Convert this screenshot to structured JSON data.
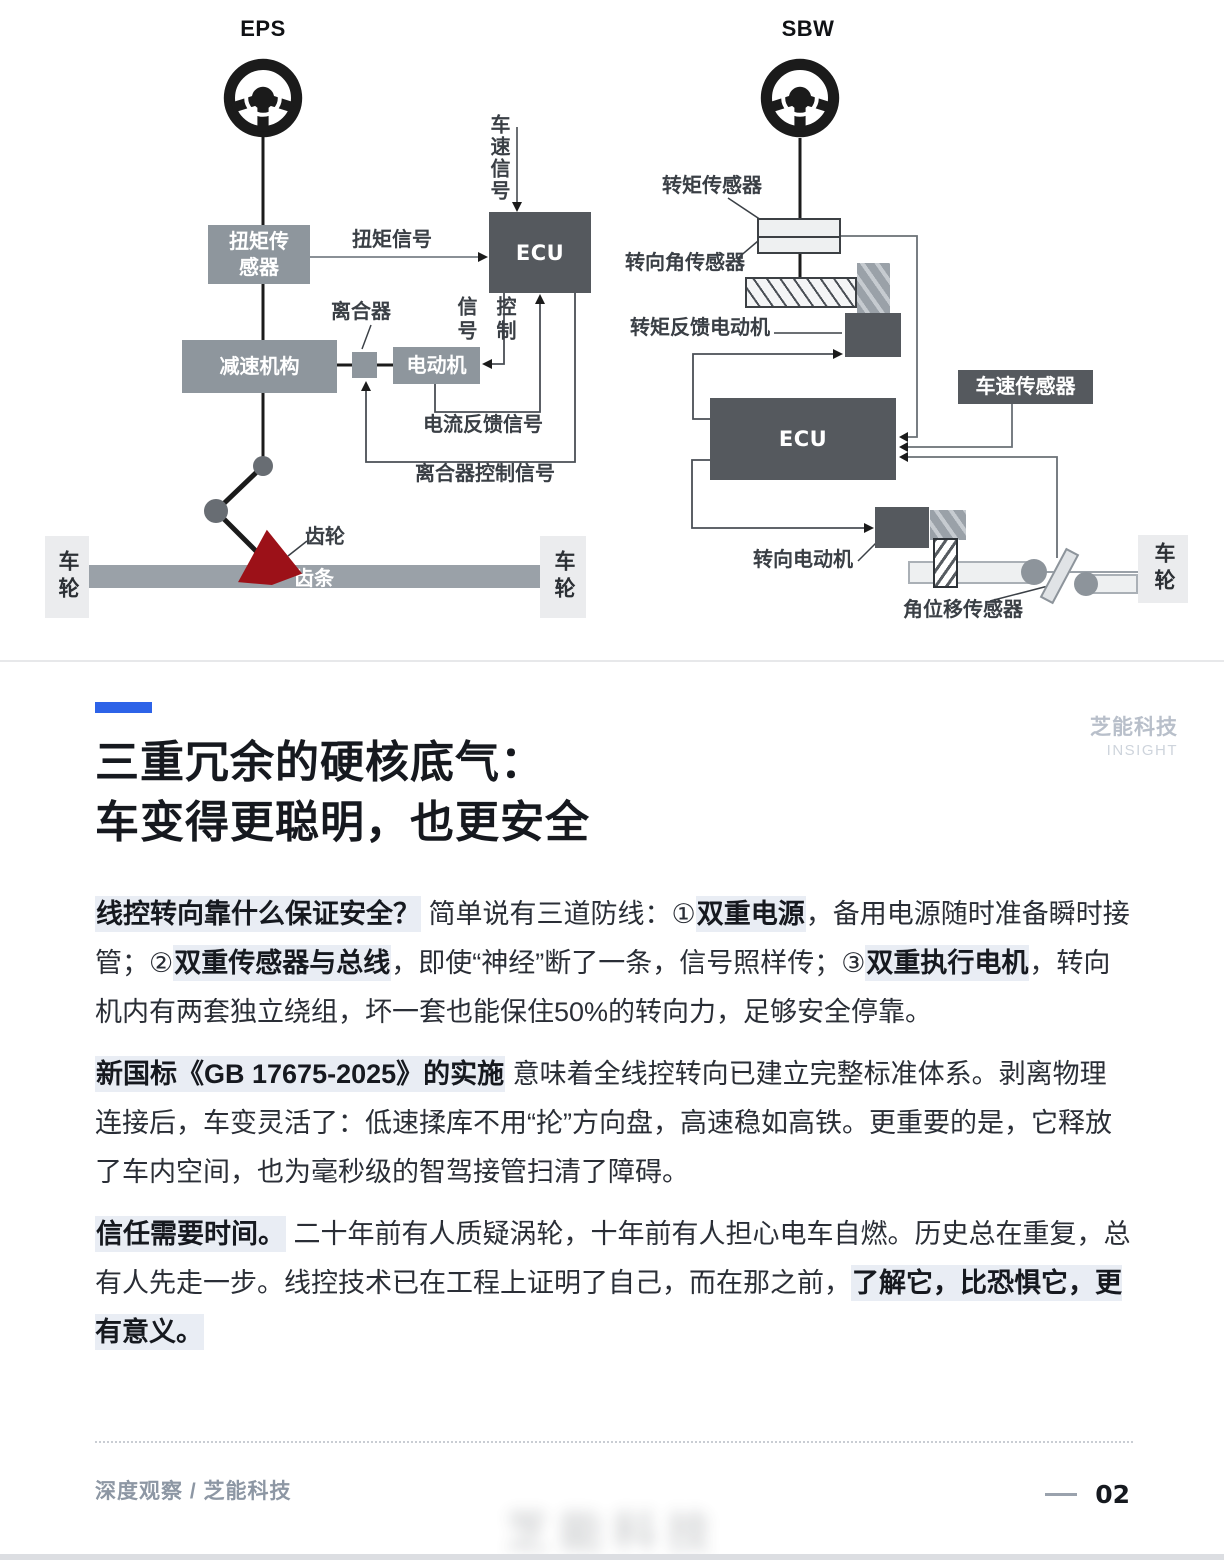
{
  "colors": {
    "accent_blue": "#2d63e8",
    "highlight_bg": "#e9edf4",
    "box_gray_medium": "#8e969d",
    "box_gray_dark": "#55595e",
    "rack_gray": "#9aa1a8",
    "light_box": "#ebecee",
    "gear_red": "#9c1118",
    "text_dark": "#16191f",
    "text_body": "#2a2e36",
    "brand_gray": "#b8bfca",
    "footer_gray": "#8d97a4"
  },
  "diagram": {
    "eps": {
      "title": "EPS",
      "labels": {
        "speed_signal": "车速信号",
        "torque_sensor": "扭矩传感器",
        "torque_signal": "扭矩信号",
        "ecu": "ECU",
        "clutch": "离合器",
        "signal": "信号",
        "control": "控制",
        "reducer": "减速机构",
        "motor": "电动机",
        "current_feedback": "电流反馈信号",
        "clutch_control": "离合器控制信号",
        "gear": "齿轮",
        "rack": "齿条",
        "wheel": "车轮"
      }
    },
    "sbw": {
      "title": "SBW",
      "labels": {
        "torque_sensor": "转矩传感器",
        "angle_sensor": "转向角传感器",
        "feedback_motor": "转矩反馈电动机",
        "speed_sensor": "车速传感器",
        "ecu": "ECU",
        "steering_motor": "转向电动机",
        "angular_sensor": "角位移传感器",
        "wheel": "车轮"
      }
    }
  },
  "article": {
    "brand": "芝能科技",
    "brand_sub": "INSIGHT",
    "title_line1": "三重冗余的硬核底气：",
    "title_line2": "车变得更聪明，也更安全",
    "paragraphs": [
      {
        "segments": [
          {
            "t": "线控转向靠什么保证安全？",
            "b": true,
            "h": true
          },
          {
            "t": " 简单说有三道防线：①",
            "b": false,
            "h": false
          },
          {
            "t": "双重电源",
            "b": true,
            "h": true
          },
          {
            "t": "，备用电源随时准备瞬时接管；②",
            "b": false,
            "h": false
          },
          {
            "t": "双重传感器与总线",
            "b": true,
            "h": true
          },
          {
            "t": "，即使“神经”断了一条，信号照样传；③",
            "b": false,
            "h": false
          },
          {
            "t": "双重执行电机",
            "b": true,
            "h": true
          },
          {
            "t": "，转向机内有两套独立绕组，坏一套也能保住50%的转向力，足够安全停靠。",
            "b": false,
            "h": false
          }
        ]
      },
      {
        "segments": [
          {
            "t": "新国标《GB 17675-2025》的实施",
            "b": true,
            "h": true
          },
          {
            "t": " 意味着全线控转向已建立完整标准体系。剥离物理连接后，车变灵活了：低速揉库不用“抡”方向盘，高速稳如高铁。更重要的是，它释放了车内空间，也为毫秒级的智驾接管扫清了障碍。",
            "b": false,
            "h": false
          }
        ]
      },
      {
        "segments": [
          {
            "t": "信任需要时间。",
            "b": true,
            "h": true
          },
          {
            "t": " 二十年前有人质疑涡轮，十年前有人担心电车自燃。历史总在重复，总有人先走一步。线控技术已在工程上证明了自己，而在那之前，",
            "b": false,
            "h": false
          },
          {
            "t": "了解它，比恐惧它，更有意义。",
            "b": true,
            "h": true
          }
        ]
      }
    ]
  },
  "footer": {
    "left": "深度观察 / 芝能科技",
    "page_num": "02",
    "watermark": "芝能科技"
  }
}
